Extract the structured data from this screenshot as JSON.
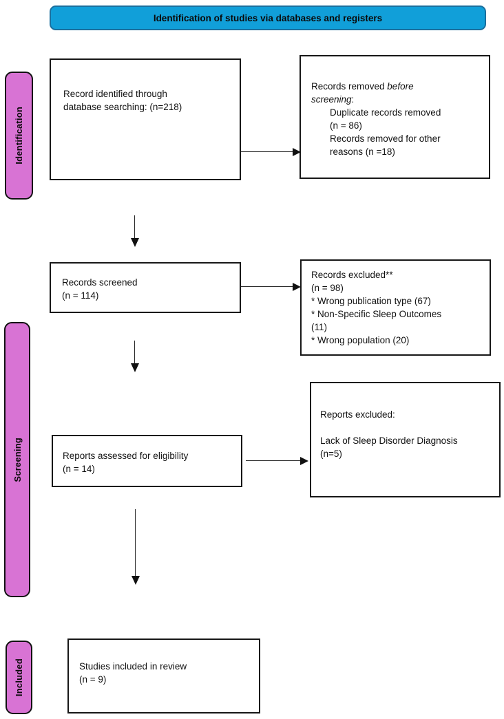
{
  "banner": {
    "title": "Identification of studies via databases and registers"
  },
  "sidebar": {
    "identification": "Identification",
    "screening": "Screening",
    "included": "Included"
  },
  "boxes": {
    "identified": {
      "lines": [
        "Record identified through",
        "database searching: (n=218)"
      ]
    },
    "removed": {
      "line1_normal": "Records removed ",
      "line1_italic": "before",
      "line2_italic": "screening",
      "line2_suffix": ":",
      "sub_items": [
        {
          "lines": [
            "Duplicate records removed",
            "(n = 86)"
          ]
        },
        {
          "lines": [
            "Records removed for other",
            "reasons (n =18)"
          ]
        }
      ]
    },
    "screened": {
      "lines": [
        "Records screened",
        "(n = 114)"
      ]
    },
    "excluded_records": {
      "lines": [
        "Records excluded**",
        "(n = 98)",
        "* Wrong publication type (67)",
        "* Non-Specific Sleep Outcomes",
        "(11)",
        "* Wrong population (20)"
      ]
    },
    "assessed": {
      "lines": [
        "Reports assessed for eligibility",
        "(n = 14)"
      ]
    },
    "excluded_reports": {
      "lines": [
        "Reports excluded:",
        "",
        "Lack of Sleep Disorder Diagnosis",
        "(n=5)"
      ]
    },
    "included_studies": {
      "lines": [
        "Studies included in review",
        "(n = 9)"
      ]
    }
  },
  "colors": {
    "banner_bg": "#119fd9",
    "banner_border": "#1a6f9e",
    "stage_bar_bg": "#d873d4",
    "box_border": "#161616",
    "arrow": "#111111"
  }
}
